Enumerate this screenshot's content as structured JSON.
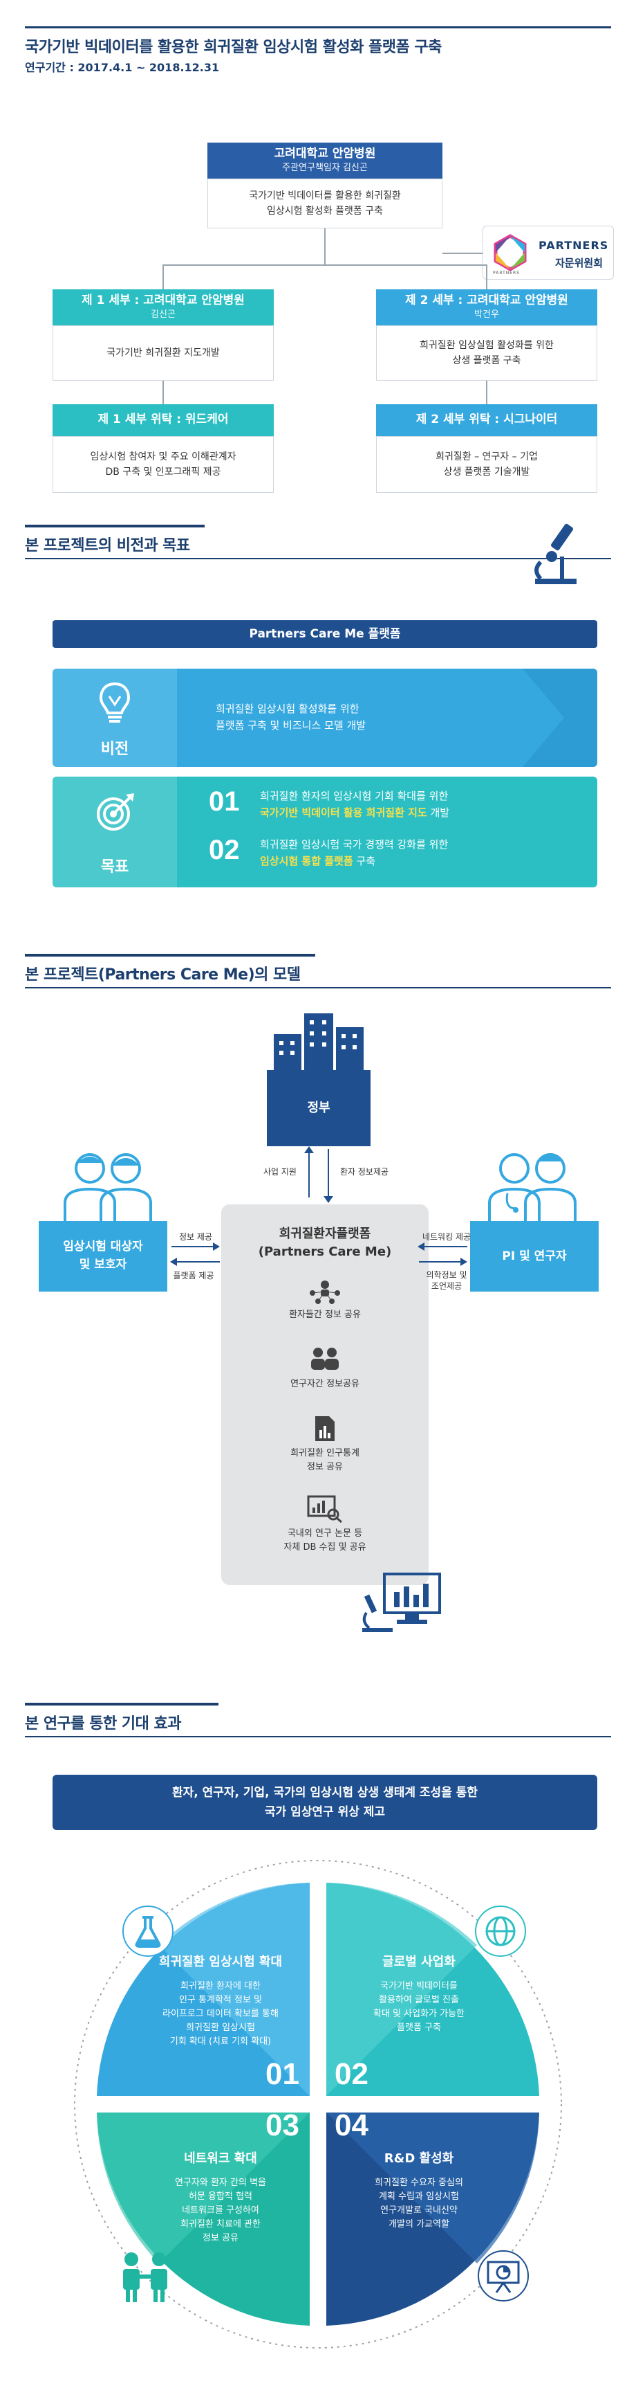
{
  "header": {
    "title": "국가기반 빅데이터를 활용한 희귀질환 임상시험 활성화 플랫폼 구축",
    "period": "연구기간 : 2017.4.1 ~ 2018.12.31"
  },
  "org": {
    "top": {
      "name": "고려대학교 안암병원",
      "role": "주관연구책임자 김신곤",
      "desc": [
        "국가기반 빅데이터를 활용한 희귀질환",
        "임상시험 활성화 플랫폼 구축"
      ]
    },
    "advisory": {
      "brand": "PARTNERS",
      "label": "자문위원회",
      "logo_text": "PARTNERS"
    },
    "sub1": {
      "name": "제 1 세부 : 고려대학교 안암병원",
      "person": "김신곤",
      "desc": [
        "국가기반 희귀질환 지도개발"
      ]
    },
    "sub2": {
      "name": "제 2 세부 : 고려대학교 안암병원",
      "person": "박건우",
      "desc": [
        "희귀질환 임상실험 활성화를 위한",
        "상생 플랫폼 구축"
      ]
    },
    "contract1": {
      "name": "제 1 세부 위탁 : 위드케어",
      "desc": [
        "임상시험 참여자 및 주요 이해관계자",
        "DB 구축 및 인포그래픽 제공"
      ]
    },
    "contract2": {
      "name": "제 2 세부 위탁 : 시그나이터",
      "desc": [
        "희귀질환 – 연구자 – 기업",
        "상생 플랫폼 기술개발"
      ]
    }
  },
  "vision_section": {
    "title": "본 프로젝트의 비전과 목표",
    "banner": "Partners Care Me 플랫폼",
    "vision_label": "비전",
    "vision_text": [
      "희귀질환 임상시험 활성화를 위한",
      "플랫폼 구축 및 비즈니스 모델 개발"
    ],
    "goal_label": "목표",
    "goals": [
      {
        "num": "01",
        "line1": "희귀질환 환자의 임상시험 기회 확대를 위한",
        "highlight": "국가기반 빅데이터 활용 희귀질환 지도",
        "suffix": " 개발"
      },
      {
        "num": "02",
        "line1": "희귀질환 임상시험 국가 경쟁력 강화를 위한",
        "highlight": "임상시험 통합 플랫폼",
        "suffix": " 구축"
      }
    ]
  },
  "model_section": {
    "title": "본 프로젝트(Partners Care Me)의 모델",
    "government": "정부",
    "gov_left_label": "사업 지원",
    "gov_right_label": "환자 정보제공",
    "left_box": [
      "임상시험 대상자",
      "및 보호자"
    ],
    "left_top_label": "정보 제공",
    "left_bottom_label": "플랫폼 제공",
    "right_box": "PI 및 연구자",
    "right_top_label": "네트워킹 제공",
    "right_bottom_label": [
      "의학정보 및",
      "조언제공"
    ],
    "platform_title": [
      "희귀질환자플랫폼",
      "(Partners Care Me)"
    ],
    "platform_items": [
      [
        "환자들간 정보 공유"
      ],
      [
        "연구자간 정보공유"
      ],
      [
        "희귀질환 인구통계",
        "정보 공유"
      ],
      [
        "국내외 연구 논문 등",
        "자체 DB 수집 및 공유"
      ]
    ]
  },
  "effect_section": {
    "title": "본 연구를 통한 기대 효과",
    "banner": [
      "환자, 연구자, 기업, 국가의 임상시험 상생 생태계 조성을 통한",
      "국가 임상연구 위상 제고"
    ],
    "quadrants": [
      {
        "num": "01",
        "title": "희귀질환 임상시험 확대",
        "text": [
          "희귀질환 환자에 대한",
          "인구 통계학적 정보 및",
          "라이프로그 데이터 확보를 통해",
          "희귀질환 임상시험",
          "기회 확대 (치료 기회 확대)"
        ]
      },
      {
        "num": "02",
        "title": "글로벌 사업화",
        "text": [
          "국가기반 빅데이터를",
          "활용하여 글로벌 진출",
          "확대 및 사업화가 가능한",
          "플랫폼 구축"
        ]
      },
      {
        "num": "03",
        "title": "네트워크 확대",
        "text": [
          "연구자와 환자 간의 벽을",
          "허문 융합적 협력",
          "네트워크를 구성하여",
          "희귀질환 치료에 관한",
          "정보 공유"
        ]
      },
      {
        "num": "04",
        "title": "R&D 활성화",
        "text": [
          "희귀질환 수요자 중심의",
          "계획 수립과 임상시험",
          "연구개발로 국내신약",
          "개발의 가교역할"
        ]
      }
    ]
  },
  "colors": {
    "navy": "#1c3f6e",
    "org_blue": "#2a6db6",
    "teal": "#2bbfc3",
    "sky": "#35a8e0",
    "yellow_highlight": "#f9e04b"
  }
}
